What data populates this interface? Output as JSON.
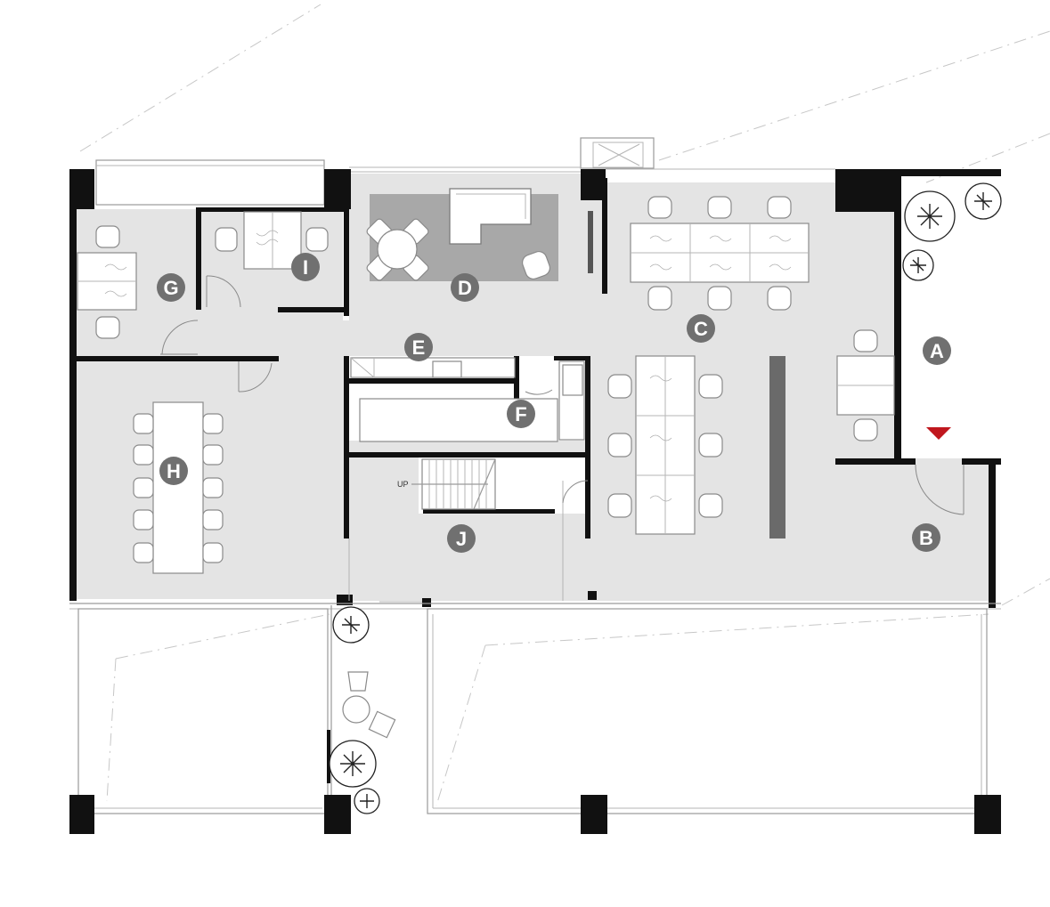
{
  "rooms": [
    {
      "label": "A"
    },
    {
      "label": "B"
    },
    {
      "label": "C"
    },
    {
      "label": "D"
    },
    {
      "label": "E"
    },
    {
      "label": "F"
    },
    {
      "label": "G"
    },
    {
      "label": "H"
    },
    {
      "label": "I"
    },
    {
      "label": "J"
    }
  ],
  "stair": {
    "direction_label": "UP"
  },
  "colors": {
    "floor": "#e4e4e4",
    "wall": "#111111",
    "label_circle": "#707070",
    "entry_marker": "#c0171e"
  },
  "icons": [
    "entry-triangle-icon",
    "plant-icon",
    "chair-icon",
    "door-swing-icon"
  ]
}
